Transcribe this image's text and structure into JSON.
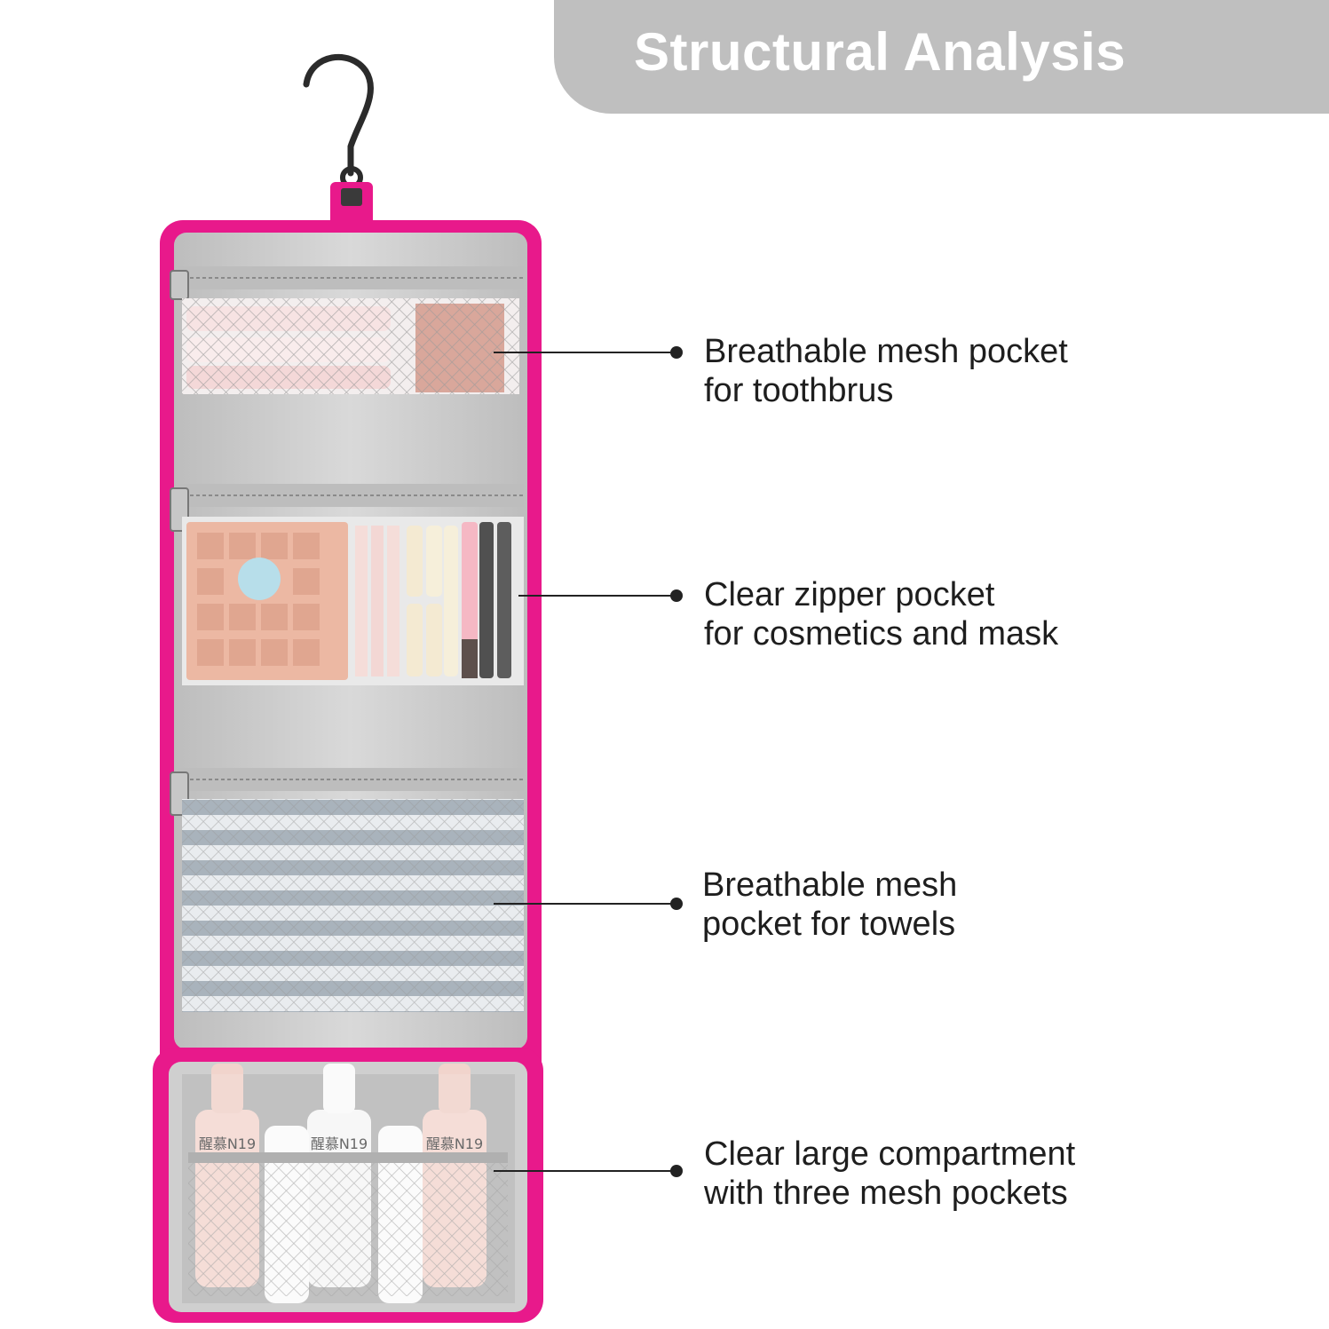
{
  "header": {
    "title": "Structural Analysis"
  },
  "callouts": [
    {
      "line1": "Breathable mesh pocket",
      "line2": "for toothbrus"
    },
    {
      "line1": "Clear zipper pocket",
      "line2": "for cosmetics and mask"
    },
    {
      "line1": "Breathable mesh",
      "line2": "pocket for towels"
    },
    {
      "line1": "Clear large compartment",
      "line2": "with three mesh pockets"
    }
  ],
  "product": {
    "bottle_brand": "醒慕N19",
    "colors": {
      "trim": "#e8198b",
      "lining": "#c8c8c8",
      "banner": "#bfbfbf"
    }
  }
}
